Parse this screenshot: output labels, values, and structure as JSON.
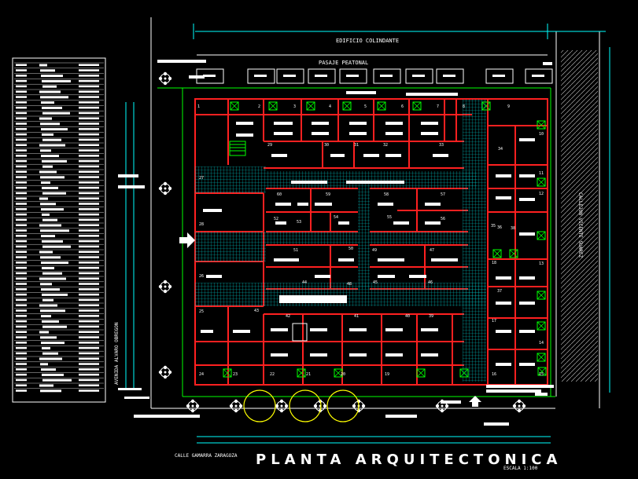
{
  "labels": {
    "edificio": "EDIFICIO COLINDANTE",
    "pasaje": "PASAJE PEATONAL",
    "calle_bottom": "CALLE GAMARRA ZARAGOZA",
    "calle_left": "AVENIDA ALVARO OBREGON",
    "calle_right": "CALLEJON VICENTE SUAREZ",
    "title": "PLANTA ARQUITECTONICA",
    "scale": "ESCALA 1:100"
  },
  "rooms": {
    "top": [
      "1",
      "2",
      "3",
      "4",
      "5",
      "6",
      "7",
      "8",
      "9"
    ],
    "row2": [
      "29",
      "30",
      "31",
      "32",
      "33"
    ],
    "left": [
      "27",
      "28",
      "26",
      "25",
      "24",
      "23",
      "22",
      "21",
      "20",
      "19"
    ],
    "center": [
      "60",
      "59",
      "58",
      "57",
      "52",
      "53",
      "54",
      "55",
      "56",
      "51",
      "50",
      "49",
      "48",
      "44",
      "45",
      "46",
      "47"
    ],
    "bottom": [
      "43",
      "42",
      "41",
      "40",
      "39"
    ],
    "right": [
      "10",
      "11",
      "12",
      "13",
      "14",
      "15",
      "16",
      "17",
      "18",
      "34",
      "35",
      "36",
      "37",
      "38"
    ]
  },
  "colors": {
    "wall": "#ff0000",
    "hatch": "#00ffff",
    "boundary": "#00ff00",
    "dimension": "#00ffff",
    "text": "#ffffff",
    "magenta": "#ff00ff"
  }
}
